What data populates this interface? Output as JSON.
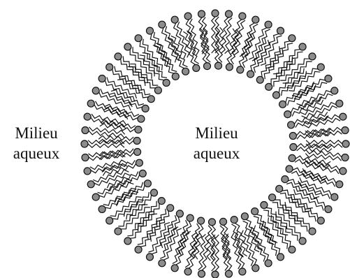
{
  "labels": {
    "outer": [
      "Milieu",
      "aqueux"
    ],
    "inner": [
      "Milieu",
      "aqueux"
    ]
  },
  "colors": {
    "head_fill": "#8c8c8c",
    "outline": "#111111",
    "background": "#ffffff"
  }
}
